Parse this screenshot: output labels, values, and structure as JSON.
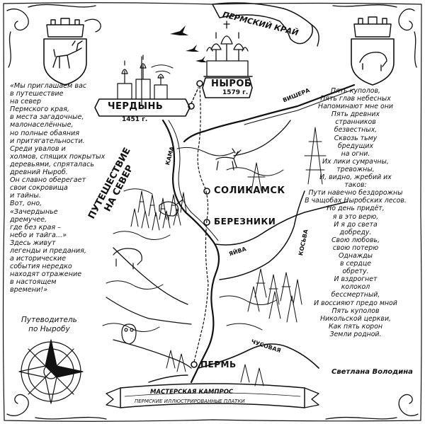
{
  "region_title": "ПЕРМСКИЙ КРАЙ",
  "cities": {
    "nyrob": {
      "name": "НЫРОБ",
      "year": "1579 г."
    },
    "cherdyn": {
      "name": "ЧЕРДЫНЬ",
      "year": "1451 г."
    },
    "solikamsk": {
      "name": "СОЛИКАМСК"
    },
    "berezniki": {
      "name": "БЕРЕЗНИКИ"
    },
    "perm": {
      "name": "ПЕРМЬ"
    }
  },
  "rivers": {
    "vishera": "ВИШЕРА",
    "kama": "КАМА",
    "yayva": "ЯЙВА",
    "kosva": "КОСЬВА",
    "chusovaya": "ЧУСОВАЯ"
  },
  "journey_label": [
    "ПУТЕШЕСТВИЕ",
    "НА СЕВЕР"
  ],
  "guide_label": [
    "Путеводитель",
    "по Ныробу"
  ],
  "invitation_lines": [
    "«Мы приглашаем вас",
    "в путешествие",
    "на север",
    "Пермского края,",
    "в места загадочные,",
    "малонаселённые,",
    "но полные обаяния",
    "и притягательности.",
    "Среди увалов и",
    "холмов, спящих покрытых",
    "деревьями, спряталась",
    "древний Ныроб.",
    "Он славно оберегает",
    "свои сокровища",
    "и тайны.",
    "Вот, оно,",
    "«Зачердынье",
    "дремучее,",
    "где без края –",
    "небо и тайга...»",
    "Здесь живут",
    "легенды и предания,",
    "а исторические",
    "события нередко",
    "находят отражение",
    "в настоящем",
    "времени!»"
  ],
  "poem_lines": [
    "Пять куполов,",
    "Пять глав небесных",
    "Напоминают мне они",
    "Пять древних",
    "странников",
    "безвестных,",
    "Сквозь тьму",
    "бредущих",
    "на огни.",
    "Их лики сумрачны,",
    "тревожны,",
    "И, видно, жребий их",
    "таков:",
    "Пути навечно бездорожны",
    "В чащобах Ныробских лесов.",
    "Но день придёт,",
    "я в это верю,",
    "И я до света",
    "добреду.",
    "Свою любовь,",
    "свою потерю",
    "Однажды",
    "в сердце",
    "обрету.",
    "И вздрогнет",
    "колокол",
    "бессмертный,",
    "И воссияют предо мной",
    "Пять куполов",
    "Никольской церкви,",
    "Как пять корон",
    "Земли родной."
  ],
  "poem_author": "Светлана Володина",
  "workshop": [
    "МАСТЕРСКАЯ КАМПРОС",
    "ПЕРМСКИЕ ИЛЛЮСТРИРОВАННЫЕ ПЛАТКИ"
  ],
  "colors": {
    "ink": "#111111",
    "paper": "#ffffff"
  },
  "icons": [
    "coat-of-arms-left-icon",
    "coat-of-arms-right-icon",
    "compass-rose-icon",
    "church-icon",
    "bird-icon",
    "tree-icon",
    "bear-icon",
    "deer-icon",
    "owl-icon",
    "capercaillie-icon"
  ]
}
